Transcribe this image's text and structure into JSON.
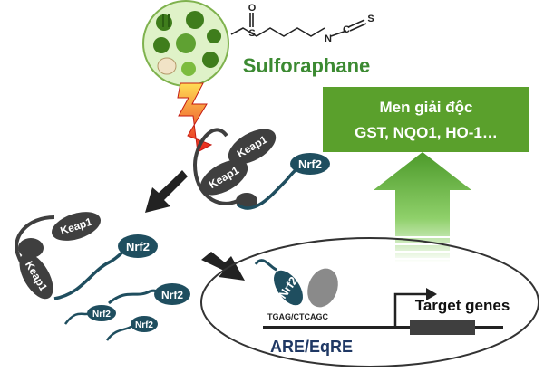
{
  "compound": {
    "name": "Sulforaphane",
    "structure_atoms": {
      "sulfoxide_o": "O",
      "sulfur": "S",
      "nitrogen": "N",
      "carbon": "C",
      "terminal_s": "S"
    }
  },
  "sources_icon": "cruciferous-vegetables-icon",
  "enzymes": {
    "line1": "Men giải độc",
    "line2": "GST, NQO1, HO-1…"
  },
  "complex_top": {
    "keap1_a": "Keap1",
    "keap1_b": "Keap1",
    "nrf2": "Nrf2"
  },
  "complex_left": {
    "keap1_a": "Keap1",
    "keap1_b": "Keap1",
    "nrf2": "Nrf2"
  },
  "free_nrf2": [
    "Nrf2",
    "Nrf2",
    "Nrf2"
  ],
  "nucleus": {
    "nrf2": "Nrf2",
    "sequence": "TGAG/CTCAGC",
    "element": "ARE/EqRE",
    "genes": "Target genes"
  },
  "colors": {
    "keap1": "#3f3f3f",
    "nrf2": "#1f4e5f",
    "compound_text": "#3c8a32",
    "enzyme_box": "#5aa02c",
    "element_text": "#1f3864",
    "bolt": "#e8201c"
  }
}
